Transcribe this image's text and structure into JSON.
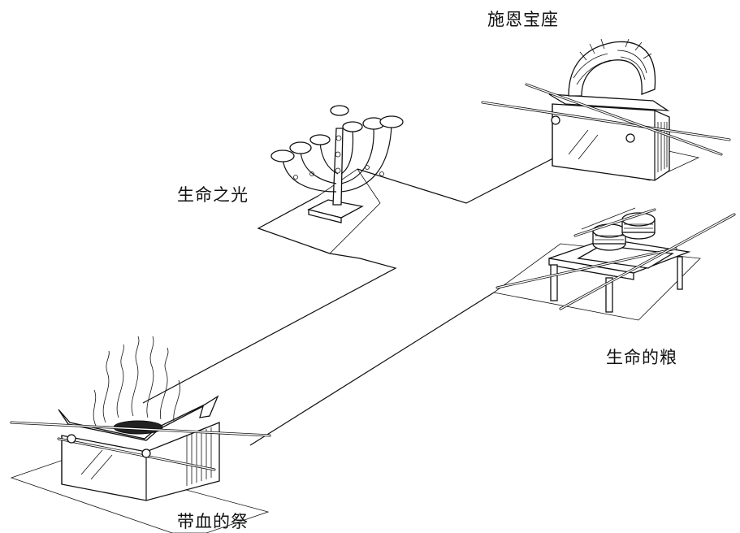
{
  "labels": {
    "mercy_seat": "施恩宝座",
    "light_of_life": "生命之光",
    "bread_of_life": "生命的粮",
    "blood_sacrifice": "带血的祭"
  },
  "icons": {
    "ark": "ark-of-covenant-icon",
    "lampstand": "menorah-icon",
    "table": "showbread-table-icon",
    "altar": "burning-altar-icon"
  },
  "colors": {
    "ink": "#111111",
    "background": "#ffffff"
  }
}
